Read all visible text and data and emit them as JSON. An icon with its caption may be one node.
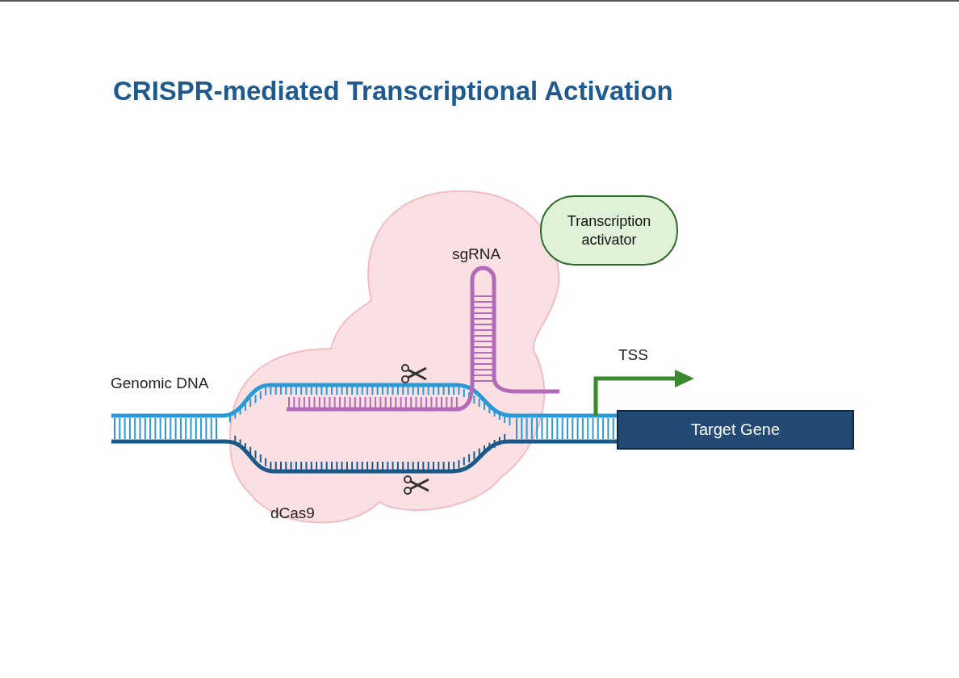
{
  "diagram": {
    "title": "CRISPR-mediated Transcriptional Activation",
    "nodes": [
      {
        "text": [
          "dCas9"
        ]
      },
      {
        "text": [
          "Transcription activator"
        ]
      },
      {
        "text": [
          "Target Gene"
        ]
      }
    ],
    "labels": [
      "Genomic DNA",
      "sgRNA",
      "TSS"
    ]
  }
}
